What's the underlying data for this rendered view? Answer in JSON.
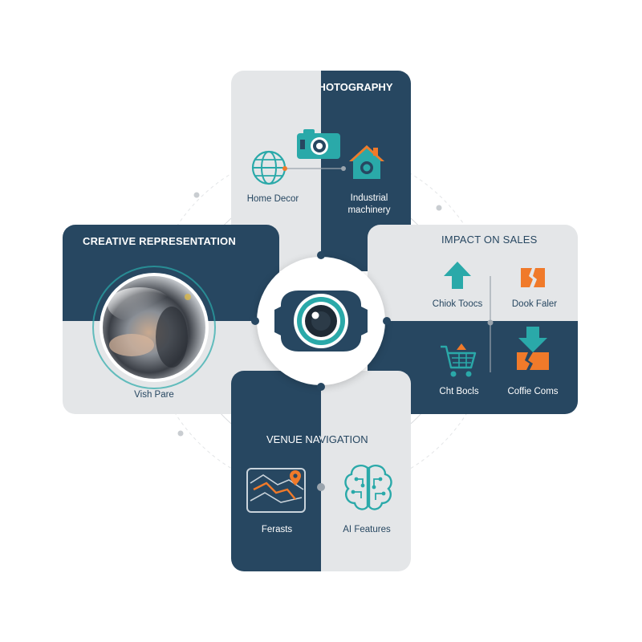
{
  "sections": {
    "product_photography": {
      "title": "PRODUCT PHOTOGRAPHY",
      "left_label": "Home Decor",
      "right_label_line1": "Industrial",
      "right_label_line2": "machinery"
    },
    "creative_representation": {
      "title": "CREATIVE REPRESENTATION",
      "label": "Vish Pare"
    },
    "impact_on_sales": {
      "title": "IMPACT ON SALES",
      "top_left_label": "Chiok Toocs",
      "top_right_label": "Dook Faler",
      "bottom_left_label": "Cht Bocls",
      "bottom_right_label": "Coffie Coms"
    },
    "venue_navigation": {
      "title": "VENUE NAVIGATION",
      "left_label": "Ferasts",
      "right_label": "AI Features"
    }
  },
  "colors": {
    "dark": "#274761",
    "light": "#e4e6e8",
    "teal": "#2aa9a9",
    "orange": "#f07a2a"
  },
  "icons": [
    "globe-icon",
    "camera-icon",
    "house-icon",
    "up-arrow-icon",
    "broken-box-icon",
    "shopping-cart-icon",
    "down-arrow-box-icon",
    "map-icon",
    "brain-circuit-icon",
    "camera-lens-icon"
  ]
}
